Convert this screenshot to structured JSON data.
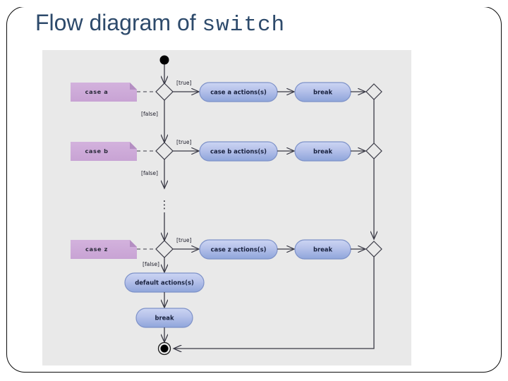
{
  "slide": {
    "title_main": "Flow diagram of ",
    "title_mono": "switch",
    "title_color": "#2d4a6b",
    "background": "#ffffff",
    "frame_color": "#0a0a0a"
  },
  "diagram": {
    "background": "#e9e9e9",
    "note_fill": "#ceabd8",
    "note_fold": "#b28cc0",
    "action_fill_top": "#c3cef0",
    "action_fill_bottom": "#93a8dd",
    "action_stroke": "#7e92c8",
    "line_color": "#3a3a46",
    "node_color": "#000000",
    "start_node": "initial-node",
    "end_node": "final-node",
    "ellipsis": "⋮",
    "rows": [
      {
        "note": "case a",
        "guard_true": "[true]",
        "guard_false": "[false]",
        "action": "case a actions(s)",
        "break": "break"
      },
      {
        "note": "case b",
        "guard_true": "[true]",
        "guard_false": "[false]",
        "action": "case b actions(s)",
        "break": "break"
      },
      {
        "note": "case z",
        "guard_true": "[true]",
        "guard_false": "[false]",
        "action": "case z actions(s)",
        "break": "break"
      }
    ],
    "default_branch": {
      "action": "default actions(s)",
      "break": "break"
    }
  }
}
